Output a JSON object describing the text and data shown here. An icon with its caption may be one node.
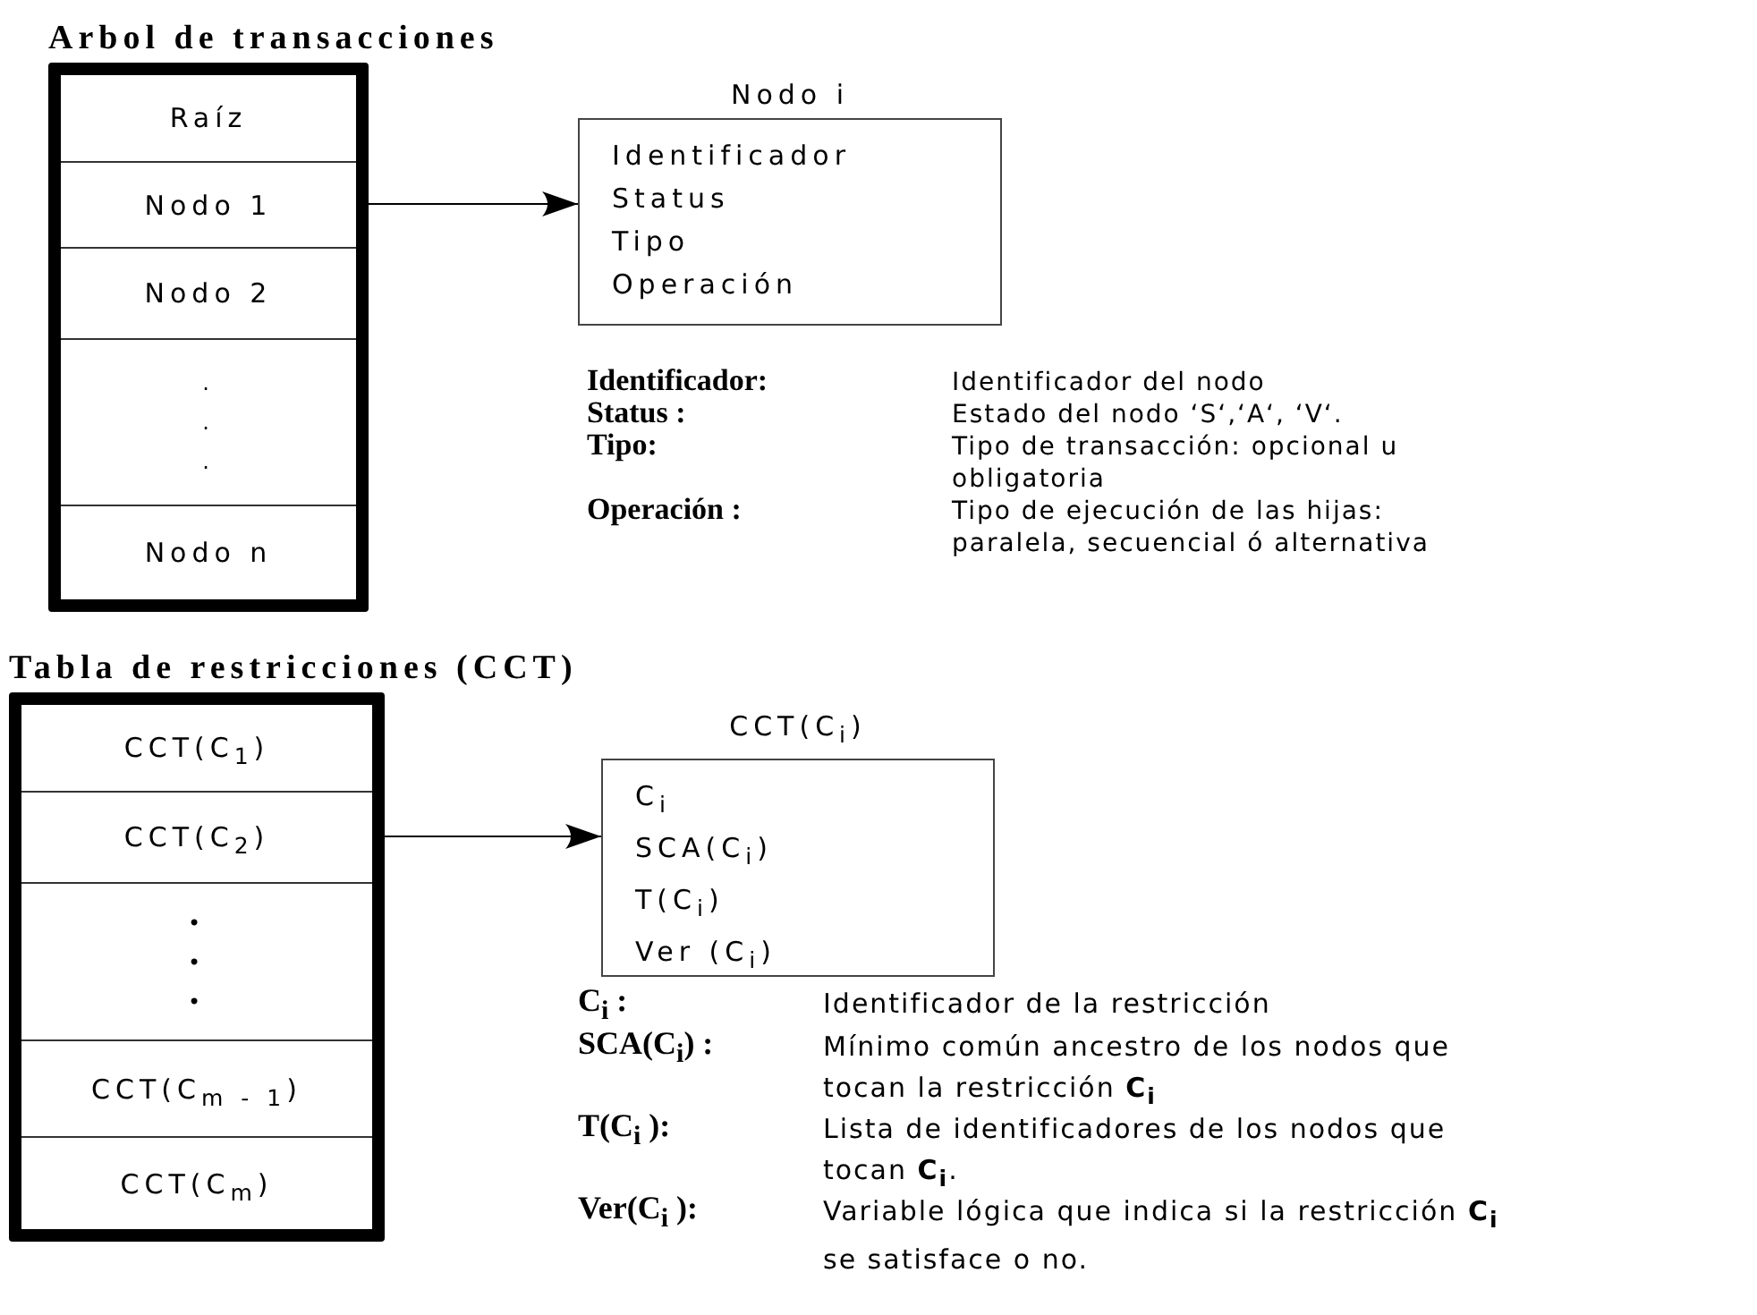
{
  "diagram": {
    "nodes": [
      {
        "text": [
          "Arbol de transacciones"
        ]
      },
      {
        "text": [
          "Raíz"
        ],
        "in": 0
      },
      {
        "text": [
          "Nodo 1"
        ],
        "in": 0
      },
      {
        "text": [
          "Nodo 2"
        ],
        "in": 0
      },
      {
        "text": [
          ".",
          ".",
          "."
        ],
        "in": 0
      },
      {
        "text": [
          "Nodo n"
        ],
        "in": 0
      },
      {
        "text": [
          "Nodo i",
          "Identificador",
          "Status",
          "Tipo",
          "Operación"
        ]
      },
      {
        "text": [
          "Tabla de restricciones (CCT)"
        ]
      },
      {
        "text": [
          "CCT(C$_{1}$)"
        ],
        "in": 7
      },
      {
        "text": [
          "CCT(C$_{2}$)"
        ],
        "in": 7
      },
      {
        "text": [
          "•",
          "•",
          "•"
        ],
        "in": 7
      },
      {
        "text": [
          "CCT(C$_{m - 1}$)"
        ],
        "in": 7
      },
      {
        "text": [
          "CCT(C$_{m}$)"
        ],
        "in": 7
      },
      {
        "text": [
          "CCT(C$_{i}$)",
          "C$_{i}$",
          "SCA(C$_{i}$)",
          "T(C$_{i}$)",
          "Ver (C$_{i}$)"
        ]
      }
    ],
    "edges": [
      {
        "from": 2,
        "to": 6,
        "arrow": "to"
      },
      {
        "from": 9,
        "to": 13,
        "arrow": "to"
      }
    ],
    "labels": [
      "Identificador:",
      "Identificador del nodo",
      "Status :",
      "Estado del nodo ‘S‘,‘A‘, ‘V‘.",
      "Tipo:",
      "Tipo de transacción: opcional u obligatoria",
      "Operación :",
      "Tipo de ejecución de las hijas: paralela, secuencial ó alternativa",
      "C$_{i}$ :",
      "Identificador de la restricción",
      "SCA(C$_{i}$) :",
      "Mínimo común ancestro de los nodos que tocan la restricción **C$_{i}$**",
      "T(C$_{i}$ ):",
      "Lista de identificadores de los nodos que tocan **C$_{i}$**.",
      "Ver(C$_{i}$ ):",
      "Variable lógica que indica si la restricción **C$_{i}$** se satisface o no."
    ]
  }
}
